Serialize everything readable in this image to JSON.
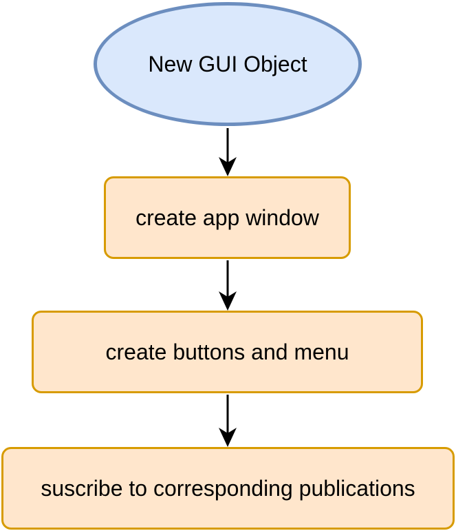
{
  "colors": {
    "start_fill": "#dae8fc",
    "start_stroke": "#6c8ebf",
    "process_fill": "#ffe6cc",
    "process_stroke": "#d79b00",
    "arrow": "#000000"
  },
  "nodes": {
    "start": {
      "label": "New GUI Object"
    },
    "step1": {
      "label": "create app window"
    },
    "step2": {
      "label": "create buttons and menu"
    },
    "step3": {
      "label": "suscribe to corresponding publications"
    }
  }
}
